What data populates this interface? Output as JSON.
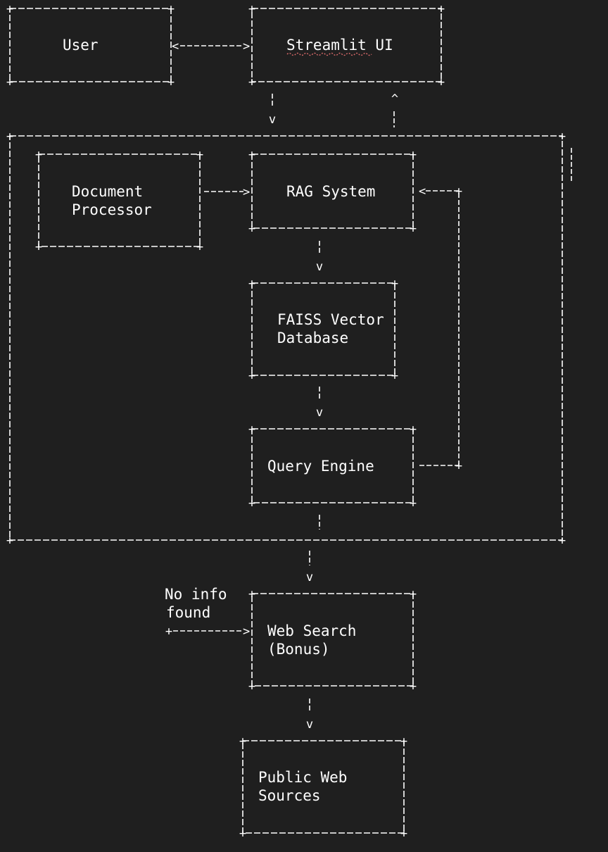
{
  "nodes": {
    "user": {
      "lines": [
        "User"
      ]
    },
    "streamlit": {
      "lines": [
        "Streamlit UI"
      ]
    },
    "document_processor": {
      "lines": [
        "Document",
        "Processor"
      ]
    },
    "rag_system": {
      "lines": [
        "RAG System"
      ]
    },
    "faiss": {
      "lines": [
        "FAISS Vector",
        "Database"
      ]
    },
    "query_engine": {
      "lines": [
        "Query Engine"
      ]
    },
    "web_search": {
      "lines": [
        "Web Search",
        "(Bonus)"
      ]
    },
    "public_web": {
      "lines": [
        "Public Web",
        "Sources"
      ]
    }
  },
  "annotations": {
    "no_info_found": {
      "lines": [
        "No info",
        "found"
      ]
    }
  },
  "glyphs": {
    "down": "v",
    "up": "^"
  },
  "colors": {
    "background": "#1f1f1f",
    "foreground": "#ffffff",
    "spellcheck": "#d96a6a"
  }
}
